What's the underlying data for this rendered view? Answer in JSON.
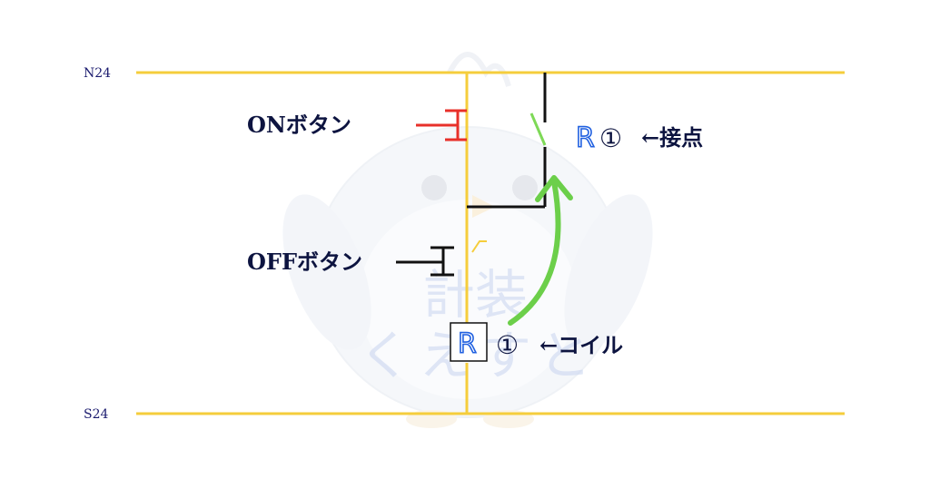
{
  "rails": {
    "top_label": "N24",
    "bottom_label": "S24"
  },
  "buttons": {
    "on_label": "ONボタン",
    "off_label": "OFFボタン"
  },
  "relay": {
    "contact_symbol": "R",
    "contact_number": "①",
    "contact_annotation": "←接点",
    "coil_symbol": "R",
    "coil_number": "①",
    "coil_annotation": "←コイル"
  },
  "watermark": {
    "line1": "計装",
    "line2": "くえすと"
  },
  "colors": {
    "rail": "#f5cd3c",
    "on_button": "#e8302a",
    "off_button": "#111111",
    "contact_blade": "#7ed957",
    "arrow": "#6ccf4a",
    "wire": "#111111",
    "text": "#0d1440",
    "relay_outline": "#2060e0"
  }
}
